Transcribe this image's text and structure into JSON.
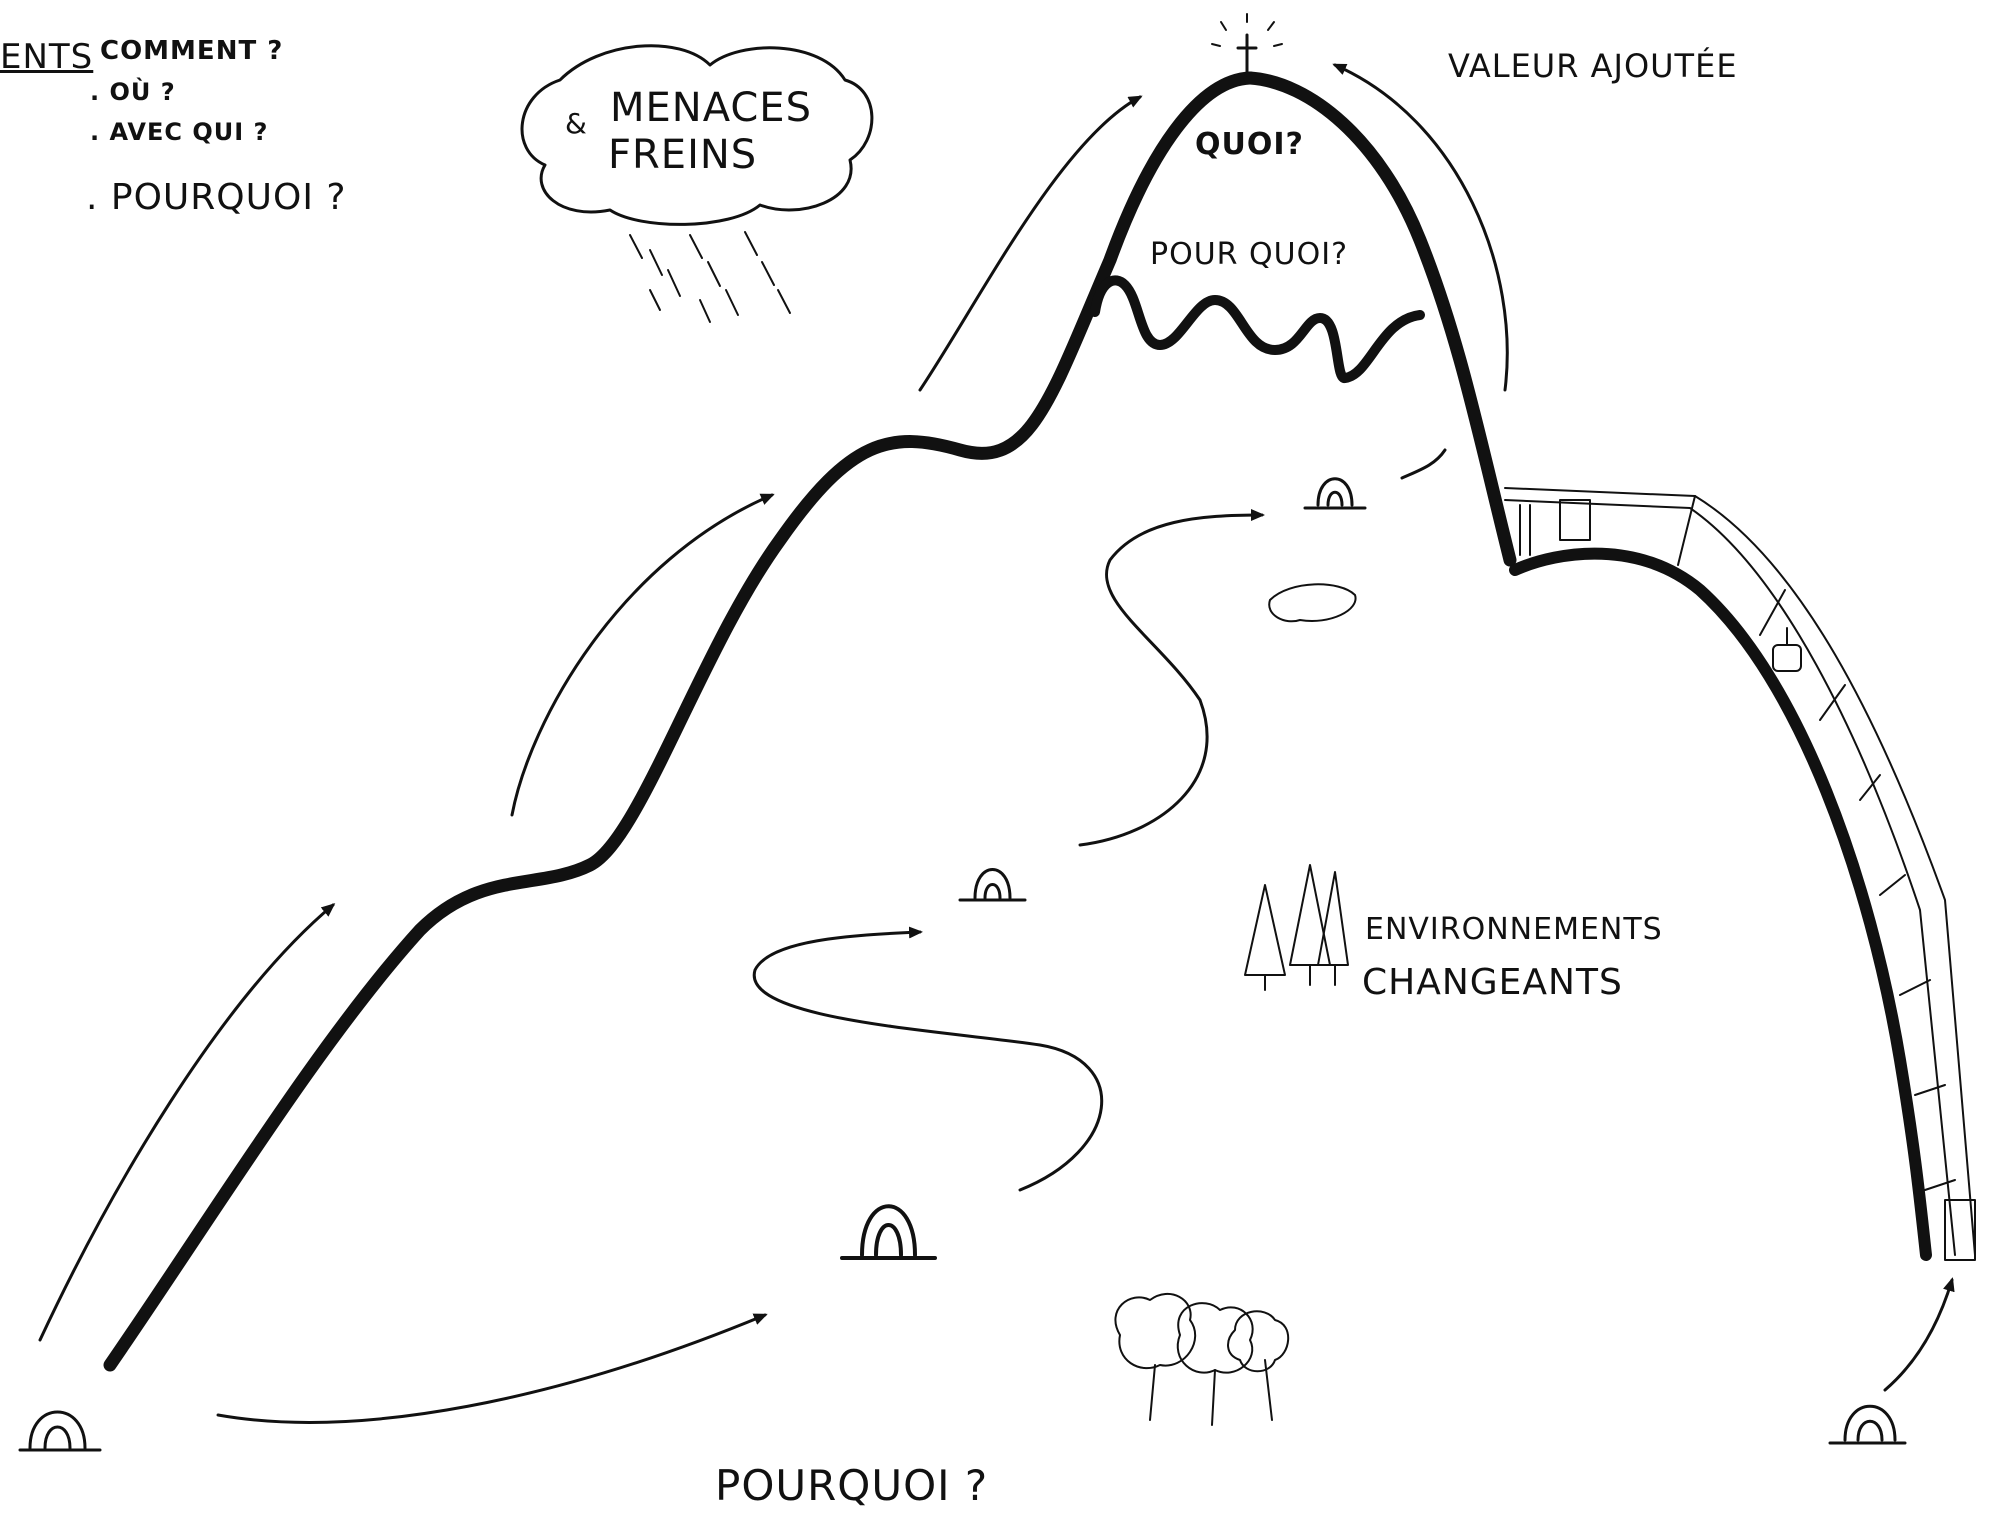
{
  "diagram": {
    "ink_color": "#111111",
    "background": "#ffffff",
    "questions": {
      "heading_fragment": "ENTS",
      "items": [
        "COMMENT ?",
        ". OÙ ?",
        ". AVEC QUI ?",
        ". POURQUOI ?"
      ]
    },
    "cloud": {
      "line1": "MENACES",
      "prefix": "&",
      "line2": "FREINS"
    },
    "summit": {
      "what": "QUOI?",
      "for_what": "POUR QUOI?"
    },
    "value_added": "VALEUR AJOUTÉE",
    "environment": {
      "line1": "ENVIRONNEMENTS",
      "line2": "CHANGEANTS"
    },
    "bottom": "POURQUOI ?"
  }
}
